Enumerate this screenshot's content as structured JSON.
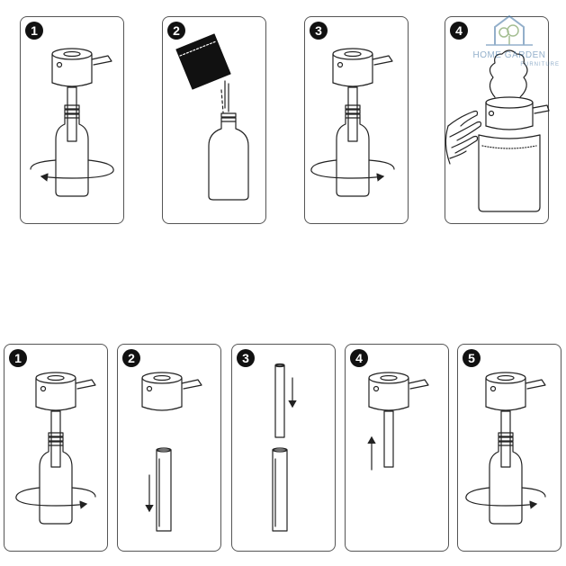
{
  "steps_top": [
    "1",
    "2",
    "3",
    "4"
  ],
  "steps_bottom": [
    "1",
    "2",
    "3",
    "4",
    "5"
  ],
  "watermark": {
    "title": "HOME GARDEN",
    "subtitle": "FURNITURE",
    "icon": "house-tree-logo"
  },
  "colors": {
    "line": "#222222",
    "panel_border": "#555555",
    "badge": "#111111",
    "watermark": "#3b6fa0"
  }
}
